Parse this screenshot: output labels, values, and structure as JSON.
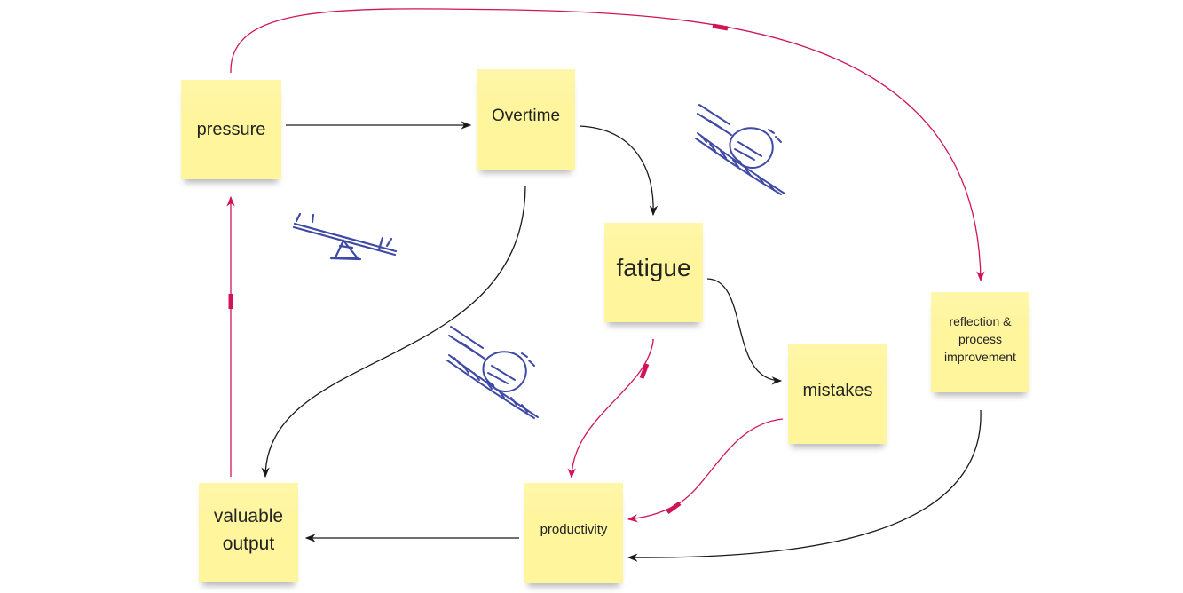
{
  "colors": {
    "note_fill": "#fff59d",
    "black_link": "#1a1a1a",
    "balancing_link": "#d1145a",
    "sketch_ink": "#3f4aa6"
  },
  "notes": {
    "pressure": "pressure",
    "overtime": "Overtime",
    "fatigue": "fatigue",
    "mistakes": "mistakes",
    "reflection": "reflection &\nprocess\nimprovement",
    "productivity": "productivity",
    "valuable_output": "valuable\noutput"
  },
  "icons": [
    "seesaw-icon",
    "rolling-ball-icon",
    "rolling-ball-icon"
  ]
}
